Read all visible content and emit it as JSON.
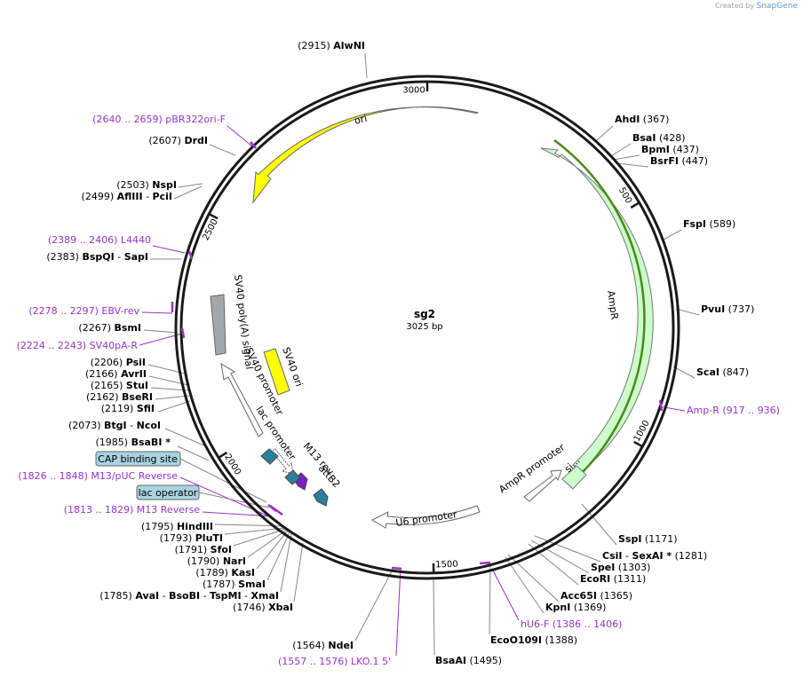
{
  "credit": {
    "prefix": "Created by",
    "brand": "SnapGene"
  },
  "plasmid": {
    "name": "sg2",
    "size": "3025 bp"
  },
  "ticks": [
    {
      "text": "3000",
      "angle": 0
    },
    {
      "text": "500",
      "angle": 59.5
    },
    {
      "text": "1000",
      "angle": 119
    },
    {
      "text": "1500",
      "angle": 178.5
    },
    {
      "text": "2000",
      "angle": 238
    },
    {
      "text": "2500",
      "angle": 297.5
    }
  ],
  "enzymes": [
    {
      "id": "AlwNI",
      "parts": [
        [
          "(2915)",
          "n"
        ],
        [
          "  ",
          "n"
        ],
        [
          "AlwNI",
          "b"
        ]
      ]
    },
    {
      "id": "AhdI",
      "parts": [
        [
          "AhdI",
          "b"
        ],
        [
          "     (367)",
          "n"
        ]
      ]
    },
    {
      "id": "BsaI",
      "parts": [
        [
          "BsaI",
          "b"
        ],
        [
          "  (428)",
          "n"
        ]
      ]
    },
    {
      "id": "BpmI",
      "parts": [
        [
          "BpmI",
          "b"
        ],
        [
          "  (437)",
          "n"
        ]
      ]
    },
    {
      "id": "BsrFI",
      "parts": [
        [
          "BsrFI",
          "b"
        ],
        [
          "  (447)",
          "n"
        ]
      ]
    },
    {
      "id": "FspI",
      "parts": [
        [
          "FspI",
          "b"
        ],
        [
          "    (589)",
          "n"
        ]
      ]
    },
    {
      "id": "PvuI",
      "parts": [
        [
          "PvuI",
          "b"
        ],
        [
          "    (737)",
          "n"
        ]
      ]
    },
    {
      "id": "ScaI",
      "parts": [
        [
          "ScaI",
          "b"
        ],
        [
          "    (847)",
          "n"
        ]
      ]
    },
    {
      "id": "SspI",
      "parts": [
        [
          "SspI",
          "b"
        ],
        [
          "    (1171)",
          "n"
        ]
      ]
    },
    {
      "id": "CsiI",
      "parts": [
        [
          "CsiI",
          "b"
        ],
        [
          "  - ",
          "n"
        ],
        [
          "SexAI *",
          "b"
        ],
        [
          "  (1281)",
          "n"
        ]
      ]
    },
    {
      "id": "SpeI",
      "parts": [
        [
          "SpeI",
          "b"
        ],
        [
          "    (1303)",
          "n"
        ]
      ]
    },
    {
      "id": "EcoRI",
      "parts": [
        [
          "EcoRI",
          "b"
        ],
        [
          "    (1311)",
          "n"
        ]
      ]
    },
    {
      "id": "Acc65I",
      "parts": [
        [
          "Acc65I",
          "b"
        ],
        [
          "    (1365)",
          "n"
        ]
      ]
    },
    {
      "id": "KpnI",
      "parts": [
        [
          "KpnI",
          "b"
        ],
        [
          "    (1369)",
          "n"
        ]
      ]
    },
    {
      "id": "EcoO109I",
      "parts": [
        [
          "EcoO109I",
          "b"
        ],
        [
          "    (1388)",
          "n"
        ]
      ]
    },
    {
      "id": "BsaAI",
      "parts": [
        [
          "BsaAI",
          "b"
        ],
        [
          "    (1495)",
          "n"
        ]
      ]
    },
    {
      "id": "NdeI",
      "parts": [
        [
          "(1564)",
          "n"
        ],
        [
          "  ",
          "n"
        ],
        [
          "NdeI",
          "b"
        ]
      ]
    },
    {
      "id": "XbaI",
      "parts": [
        [
          "(1746)",
          "n"
        ],
        [
          "  ",
          "n"
        ],
        [
          "XbaI",
          "b"
        ]
      ]
    },
    {
      "id": "AvaI",
      "parts": [
        [
          "(1785)",
          "n"
        ],
        [
          "  ",
          "n"
        ],
        [
          "AvaI",
          "b"
        ],
        [
          "  - ",
          "n"
        ],
        [
          "BsoBI",
          "b"
        ],
        [
          "  - ",
          "n"
        ],
        [
          "TspMI",
          "b"
        ],
        [
          "  - ",
          "n"
        ],
        [
          "XmaI",
          "b"
        ]
      ]
    },
    {
      "id": "SmaI",
      "parts": [
        [
          "(1787)",
          "n"
        ],
        [
          "  ",
          "n"
        ],
        [
          "SmaI",
          "b"
        ]
      ]
    },
    {
      "id": "KasI",
      "parts": [
        [
          "(1789)",
          "n"
        ],
        [
          "  ",
          "n"
        ],
        [
          "KasI",
          "b"
        ]
      ]
    },
    {
      "id": "NarI",
      "parts": [
        [
          "(1790)",
          "n"
        ],
        [
          "  ",
          "n"
        ],
        [
          "NarI",
          "b"
        ]
      ]
    },
    {
      "id": "SfoI",
      "parts": [
        [
          "(1791)",
          "n"
        ],
        [
          "  ",
          "n"
        ],
        [
          "SfoI",
          "b"
        ]
      ]
    },
    {
      "id": "PluTI",
      "parts": [
        [
          "(1793)",
          "n"
        ],
        [
          "  ",
          "n"
        ],
        [
          "PluTI",
          "b"
        ]
      ]
    },
    {
      "id": "HindIII",
      "parts": [
        [
          "(1795)",
          "n"
        ],
        [
          "  ",
          "n"
        ],
        [
          "HindIII",
          "b"
        ]
      ]
    },
    {
      "id": "BsaBI",
      "parts": [
        [
          "(1985)",
          "n"
        ],
        [
          "  ",
          "n"
        ],
        [
          "BsaBI *",
          "b"
        ]
      ]
    },
    {
      "id": "BtgI",
      "parts": [
        [
          "(2073)",
          "n"
        ],
        [
          "  ",
          "n"
        ],
        [
          "BtgI",
          "b"
        ],
        [
          "  - ",
          "n"
        ],
        [
          "NcoI",
          "b"
        ]
      ]
    },
    {
      "id": "SfiI",
      "parts": [
        [
          "(2119)",
          "n"
        ],
        [
          "  ",
          "n"
        ],
        [
          "SfiI",
          "b"
        ]
      ]
    },
    {
      "id": "BseRI",
      "parts": [
        [
          "(2162)",
          "n"
        ],
        [
          "  ",
          "n"
        ],
        [
          "BseRI",
          "b"
        ]
      ]
    },
    {
      "id": "StuI",
      "parts": [
        [
          "(2165)",
          "n"
        ],
        [
          "  ",
          "n"
        ],
        [
          "StuI",
          "b"
        ]
      ]
    },
    {
      "id": "AvrII",
      "parts": [
        [
          "(2166)",
          "n"
        ],
        [
          "  ",
          "n"
        ],
        [
          "AvrII",
          "b"
        ]
      ]
    },
    {
      "id": "PsiI",
      "parts": [
        [
          "(2206)",
          "n"
        ],
        [
          "  ",
          "n"
        ],
        [
          "PsiI",
          "b"
        ]
      ]
    },
    {
      "id": "BsmI",
      "parts": [
        [
          "(2267)",
          "n"
        ],
        [
          "  ",
          "n"
        ],
        [
          "BsmI",
          "b"
        ]
      ]
    },
    {
      "id": "BspQI",
      "parts": [
        [
          "(2383)",
          "n"
        ],
        [
          "  ",
          "n"
        ],
        [
          "BspQI",
          "b"
        ],
        [
          "  - ",
          "n"
        ],
        [
          "SapI",
          "b"
        ]
      ]
    },
    {
      "id": "AflIII",
      "parts": [
        [
          "(2499)",
          "n"
        ],
        [
          "  ",
          "n"
        ],
        [
          "AflIII",
          "b"
        ],
        [
          "  - ",
          "n"
        ],
        [
          "PciI",
          "b"
        ]
      ]
    },
    {
      "id": "NspI",
      "parts": [
        [
          "(2503)",
          "n"
        ],
        [
          "  ",
          "n"
        ],
        [
          "NspI",
          "b"
        ]
      ]
    },
    {
      "id": "DrdI",
      "parts": [
        [
          "(2607)",
          "n"
        ],
        [
          "  ",
          "n"
        ],
        [
          "DrdI",
          "b"
        ]
      ]
    }
  ],
  "primers": [
    {
      "id": "pBR322ori-F",
      "text": "(2640 .. 2659)  pBR322ori-F"
    },
    {
      "id": "L4440",
      "text": "(2389 .. 2406)  L4440"
    },
    {
      "id": "EBV-rev",
      "text": "(2278 .. 2297)  EBV-rev"
    },
    {
      "id": "SV40pA-R",
      "text": "(2224 .. 2243)  SV40pA-R"
    },
    {
      "id": "M13-pUC-Reverse",
      "text": "(1826 .. 1848)  M13/pUC Reverse"
    },
    {
      "id": "M13-Reverse",
      "text": "(1813 .. 1829)  M13 Reverse"
    },
    {
      "id": "LKO1-5",
      "text": "(1557 .. 1576)  LKO.1 5'"
    },
    {
      "id": "hU6-F",
      "text": "hU6-F     (1386 .. 1406)"
    },
    {
      "id": "Amp-R",
      "text": "Amp-R     (917 .. 936)"
    }
  ],
  "boxes": [
    {
      "id": "cap-binding-site",
      "text": "CAP binding site"
    },
    {
      "id": "lac-operator",
      "text": "lac operator"
    }
  ],
  "features": [
    {
      "id": "ori",
      "text": "ori",
      "color": "#ffff00"
    },
    {
      "id": "AmpR",
      "text": "AmpR",
      "color": "#ccffcc"
    },
    {
      "id": "sig",
      "text": "si...",
      "color": "#ccffcc"
    },
    {
      "id": "AmpR-promoter",
      "text": "AmpR promoter",
      "color": "#ffffff"
    },
    {
      "id": "U6-promoter",
      "text": "U6 promoter",
      "color": "#ffffff"
    },
    {
      "id": "SV40-polyA",
      "text": "SV40 poly(A) signal",
      "color": "#a0a8ad"
    },
    {
      "id": "SV40-ori",
      "text": "SV40 ori",
      "color": "#ffff00"
    },
    {
      "id": "SV40-promoter",
      "text": "SV40 promoter",
      "color": "#ffffff"
    },
    {
      "id": "lac-promoter",
      "text": "lac promoter",
      "color": "#ffffff"
    },
    {
      "id": "M13-rev",
      "text": "M13 rev",
      "color": "#7f1fc7"
    },
    {
      "id": "attB2",
      "text": "attB2",
      "color": "#2b7f9e"
    }
  ],
  "colors": {
    "primer": "#9933cc",
    "backbone": "#1a1a1a",
    "connector": "#888888",
    "feature_box": "#a9d3e0",
    "ori": "#ffff00",
    "ampr": "#ccffcc",
    "ampr_outline": "#4a8a1a"
  }
}
